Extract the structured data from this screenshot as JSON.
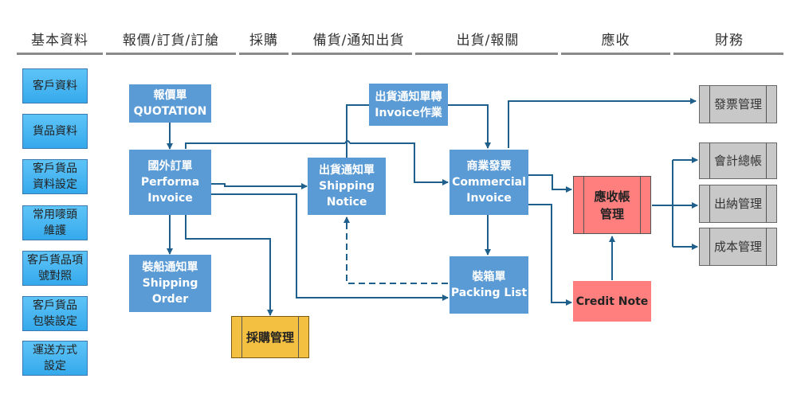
{
  "headers": [
    "基本資料",
    "報價/訂貨/訂艙",
    "採購",
    "備貨/通知出貨",
    "出貨/報關",
    "應收",
    "財務"
  ],
  "sidebar": [
    {
      "lines": [
        "客戶資料"
      ]
    },
    {
      "lines": [
        "貨品資料"
      ]
    },
    {
      "lines": [
        "客戶貨品",
        "資料設定"
      ]
    },
    {
      "lines": [
        "常用嘜頭",
        "維護"
      ]
    },
    {
      "lines": [
        "客戶貨品項",
        "號對照"
      ]
    },
    {
      "lines": [
        "客戶貨品",
        "包裝設定"
      ]
    },
    {
      "lines": [
        "運送方式",
        "設定"
      ]
    }
  ],
  "nodes": {
    "quotation": {
      "zh": "報價單",
      "en": "QUOTATION"
    },
    "performa": {
      "zh": "國外訂單",
      "en1": "Performa",
      "en2": "Invoice"
    },
    "shipping_order": {
      "zh": "裝船通知單",
      "en1": "Shipping",
      "en2": "Order"
    },
    "purchase": {
      "label": "採購管理"
    },
    "notice_to_invoice": {
      "zh": "出貨通知單轉",
      "en": "Invoice作業"
    },
    "shipping_notice": {
      "zh": "出貨通知單",
      "en1": "Shipping",
      "en2": "Notice"
    },
    "commercial": {
      "zh": "商業發票",
      "en1": "Commercial",
      "en2": "Invoice"
    },
    "packing": {
      "zh": "裝箱單",
      "en": "Packing List"
    },
    "ar": {
      "line1": "應收帳",
      "line2": "管理"
    },
    "credit": {
      "label": "Credit Note"
    },
    "invoice_mgmt": {
      "label": "發票管理"
    },
    "ledger": {
      "label": "會計總帳"
    },
    "cashier": {
      "label": "出納管理"
    },
    "cost": {
      "label": "成本管理"
    }
  },
  "colors": {
    "node_blue": "#5b9bd5",
    "wire": "#1f5f8b",
    "side_blue": "#35a9ec",
    "pink": "#ff7f7f",
    "yellow": "#f4c041",
    "gray": "#c8c8c8"
  }
}
